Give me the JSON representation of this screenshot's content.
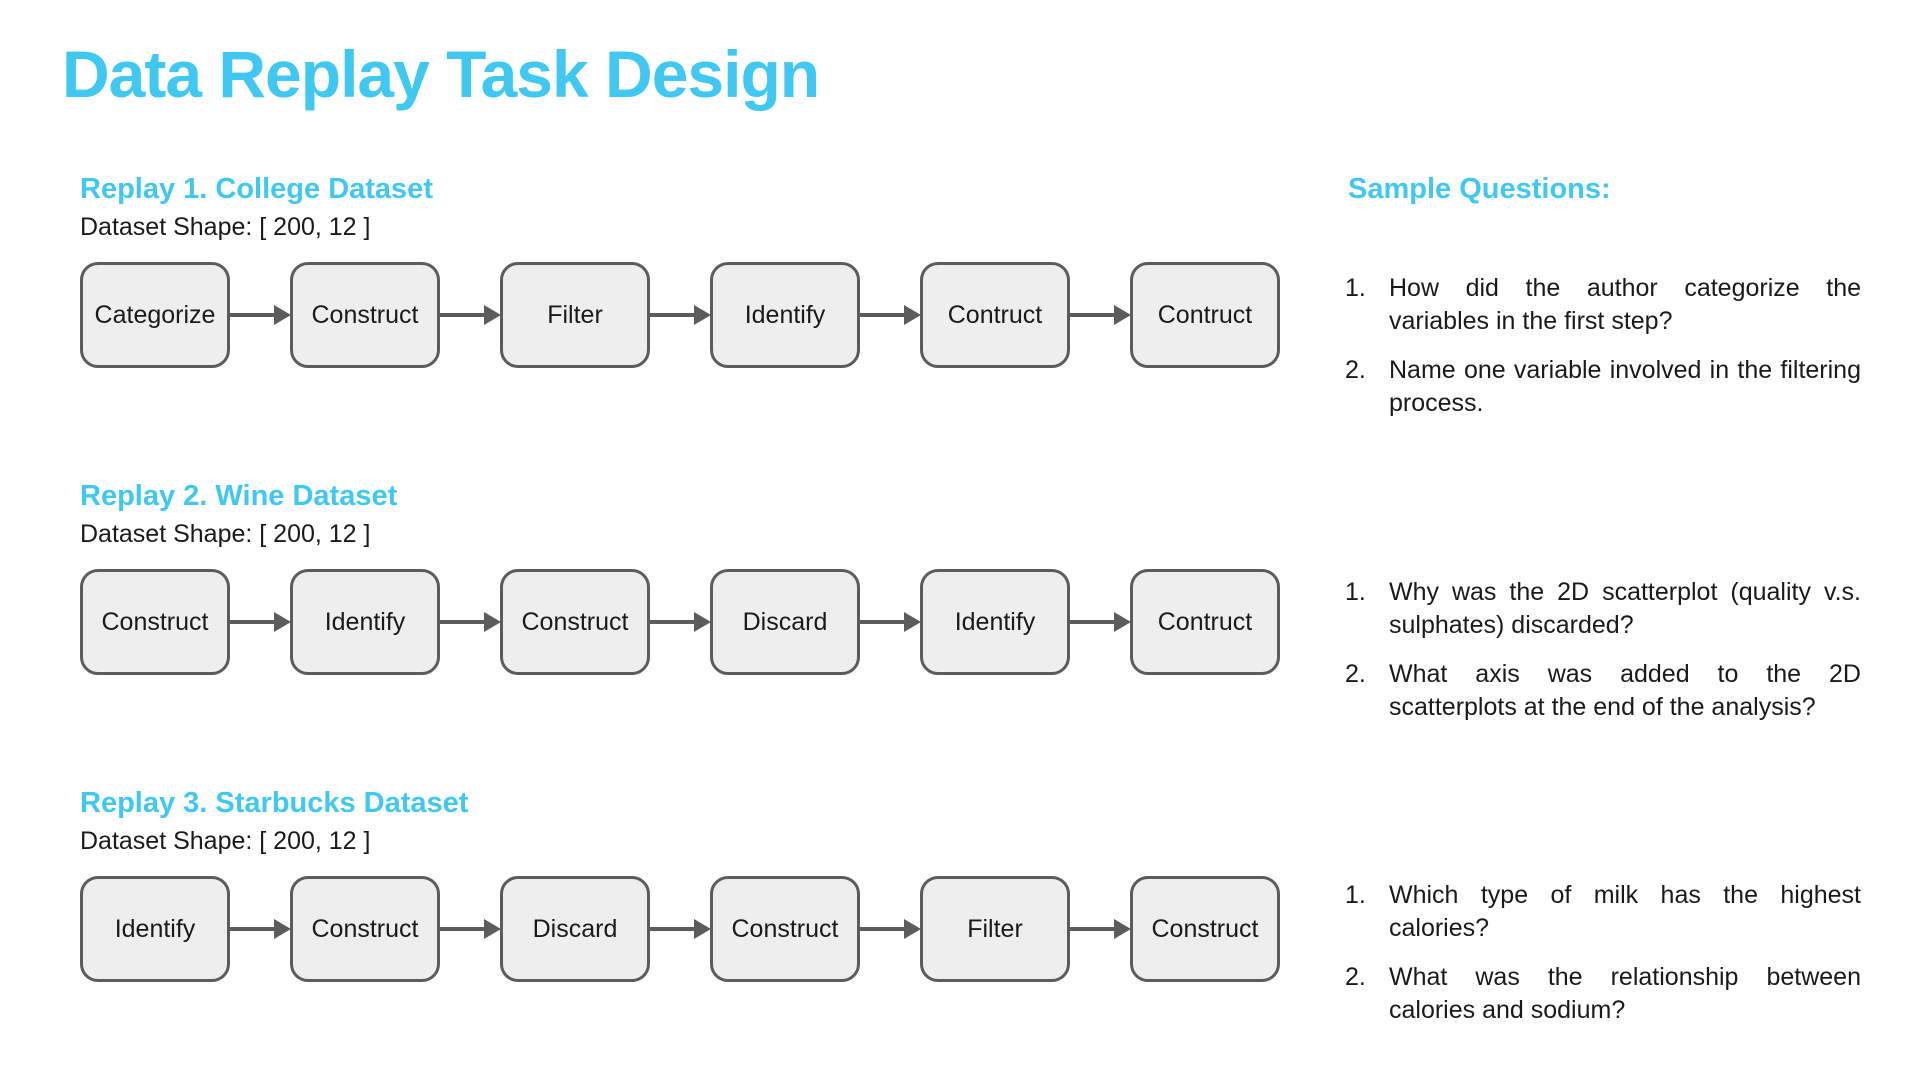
{
  "page": {
    "title": "Data Replay Task Design"
  },
  "colors": {
    "accent": "#40C8F0",
    "box-fill": "#EEEEEE",
    "box-border": "#5C5C5C",
    "text": "#1A1A1A"
  },
  "sections": [
    {
      "header": "Replay 1. College Dataset",
      "dataset_shape": "Dataset Shape: [ 200, 12 ]",
      "steps": [
        "Categorize",
        "Construct",
        "Filter",
        "Identify",
        "Contruct",
        "Contruct"
      ]
    },
    {
      "header": "Replay 2. Wine Dataset",
      "dataset_shape": "Dataset Shape: [ 200, 12 ]",
      "steps": [
        "Construct",
        "Identify",
        "Construct",
        "Discard",
        "Identify",
        "Contruct"
      ]
    },
    {
      "header": "Replay 3. Starbucks Dataset",
      "dataset_shape": "Dataset Shape: [ 200, 12 ]",
      "steps": [
        "Identify",
        "Construct",
        "Discard",
        "Construct",
        "Filter",
        "Construct"
      ]
    }
  ],
  "questions_panel": {
    "header": "Sample Questions:",
    "groups": [
      {
        "items": [
          {
            "num": "1.",
            "text": "How did the author categorize the variables in the first step?"
          },
          {
            "num": "2.",
            "text": "Name one variable involved in the filtering process."
          }
        ]
      },
      {
        "items": [
          {
            "num": "1.",
            "text": "Why was the 2D scatterplot (quality v.s. sulphates) discarded?"
          },
          {
            "num": "2.",
            "text": "What axis was added to the 2D scatterplots at the end of the analysis?"
          }
        ]
      },
      {
        "items": [
          {
            "num": "1.",
            "text": "Which type of milk has the highest calories?"
          },
          {
            "num": "2.",
            "text": "What was the relationship between calories and sodium?"
          }
        ]
      }
    ]
  }
}
